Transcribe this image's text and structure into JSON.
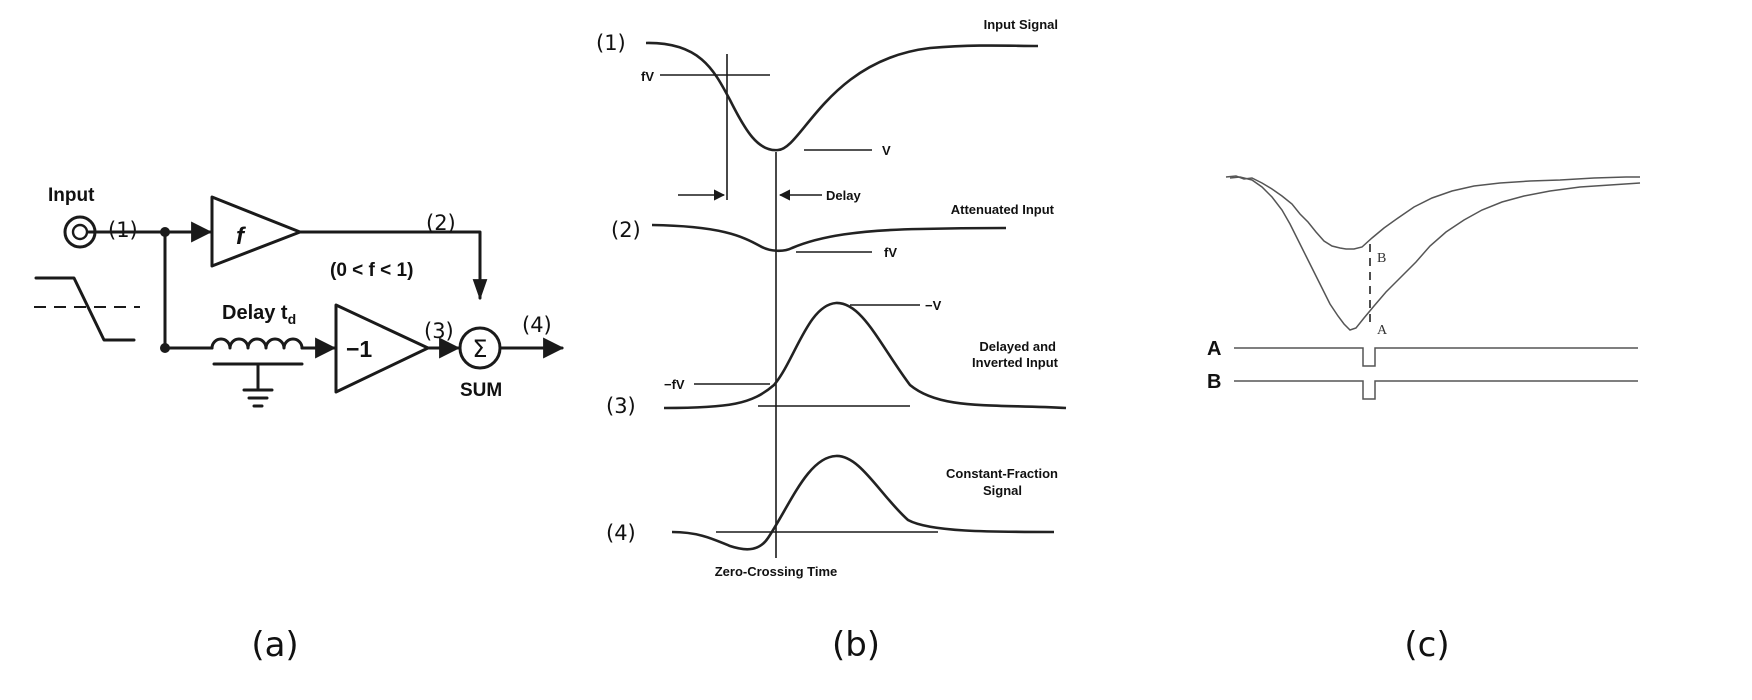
{
  "panel_a": {
    "caption": "(a)",
    "input_label": "Input",
    "node_1": "(1)",
    "node_2": "(2)",
    "node_3": "(3)",
    "node_4": "(4)",
    "amp_f": "f",
    "f_range": "(0 < f < 1)",
    "delay_label": "Delay t",
    "delay_subscript": "d",
    "invert_gain": "−1",
    "sum_symbol": "Σ",
    "sum_label": "SUM"
  },
  "panel_b": {
    "caption": "(b)",
    "input_signal": "Input Signal",
    "attenuated_input": "Attenuated Input",
    "delayed_line1": "Delayed and",
    "delayed_line2": "Inverted Input",
    "cf_line1": "Constant-Fraction",
    "cf_line2": "Signal",
    "zero_crossing": "Zero-Crossing Time",
    "fv": "fV",
    "v": "V",
    "delay": "Delay",
    "fv2": "fV",
    "neg_v": "−V",
    "neg_fv": "−fV",
    "node_1": "(1)",
    "node_2": "(2)",
    "node_3": "(3)",
    "node_4": "(4)"
  },
  "panel_c": {
    "caption": "(c)",
    "point_a": "A",
    "point_b": "B",
    "trace_a": "A",
    "trace_b": "B"
  }
}
